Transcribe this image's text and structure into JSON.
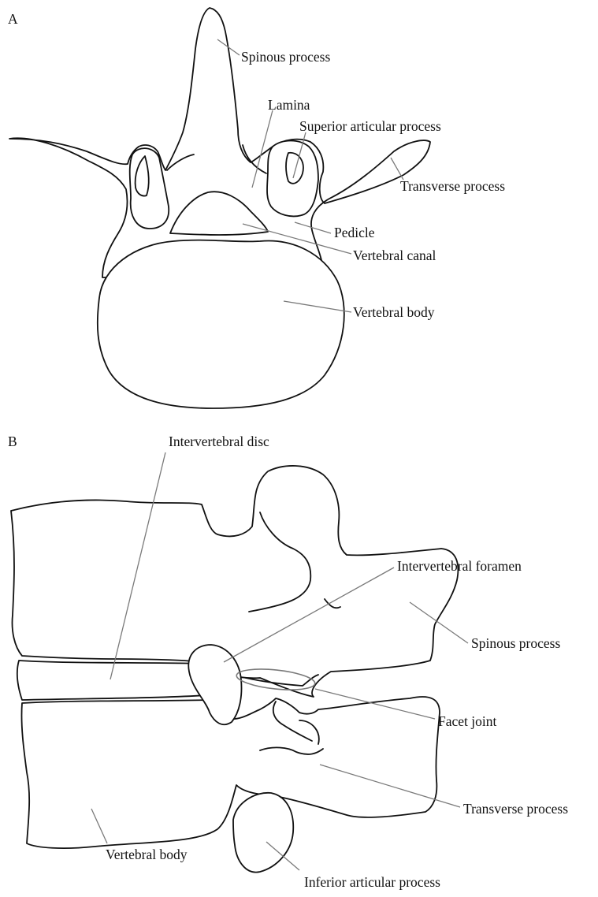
{
  "panel_a": {
    "letter": "A",
    "labels": {
      "spinous_process": "Spinous process",
      "lamina": "Lamina",
      "superior_articular_process": "Superior articular process",
      "transverse_process": "Transverse process",
      "pedicle": "Pedicle",
      "vertebral_canal": "Vertebral canal",
      "vertebral_body": "Vertebral body"
    }
  },
  "panel_b": {
    "letter": "B",
    "labels": {
      "intervertebral_disc": "Intervertebral disc",
      "intervertebral_foramen": "Intervertebral foramen",
      "spinous_process": "Spinous process",
      "facet_joint": "Facet joint",
      "transverse_process": "Transverse process",
      "vertebral_body": "Vertebral body",
      "inferior_articular_process": "Inferior articular process"
    }
  },
  "colors": {
    "outline": "#111111",
    "leader": "#7a7a7a",
    "background": "#ffffff"
  }
}
